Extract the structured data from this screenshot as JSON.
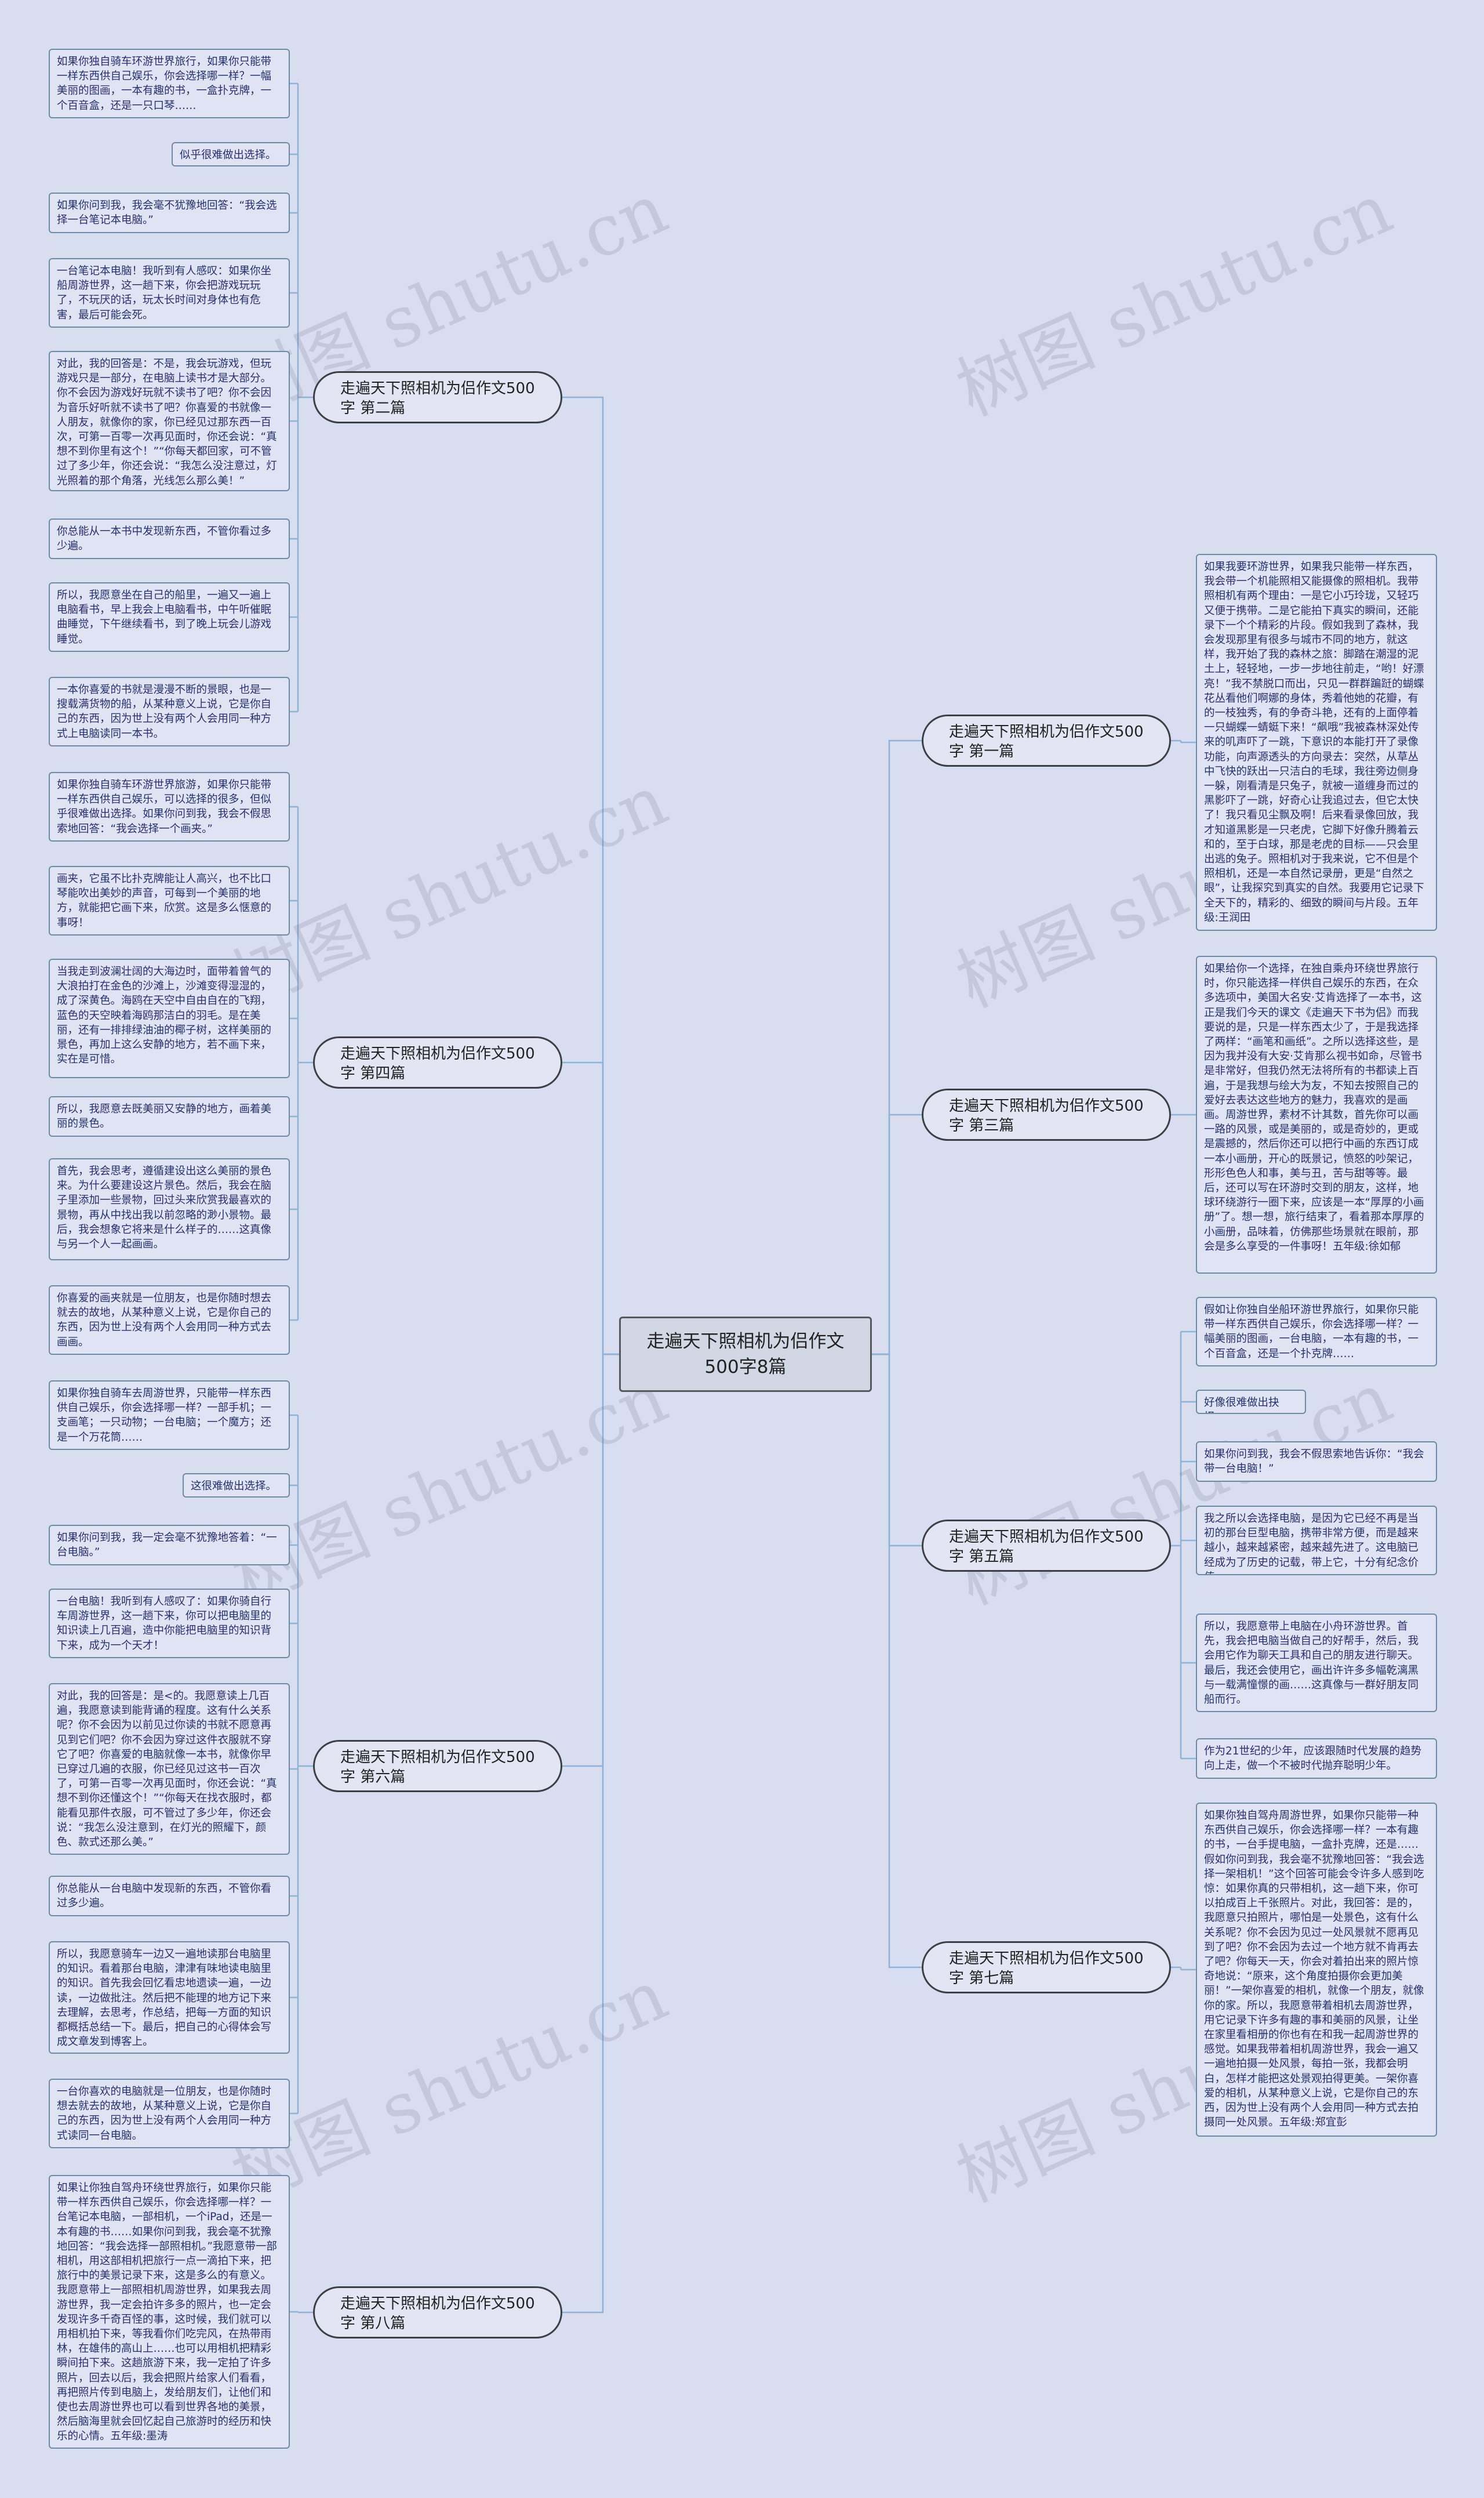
{
  "root": {
    "title": "走遍天下照相机为侣作文500字8篇"
  },
  "watermark": "树图 shutu.cn",
  "branches": [
    {
      "id": "b2",
      "side": "left",
      "title": "走遍天下照相机为侣作文500字 第二篇",
      "leaves": [
        "如果你独自骑车环游世界旅行，如果你只能带一样东西供自己娱乐，你会选择哪一样？一幅美丽的图画，一本有趣的书，一盒扑克牌，一个百音盒，还是一只口琴……",
        "似乎很难做出选择。",
        "如果你问到我，我会毫不犹豫地回答：“我会选择一台笔记本电脑。”",
        "一台笔记本电脑！我听到有人感叹：如果你坐船周游世界，这一趟下来，你会把游戏玩玩了，不玩厌的话，玩太长时间对身体也有危害，最后可能会死。",
        "对此，我的回答是：不是，我会玩游戏，但玩游戏只是一部分，在电脑上读书才是大部分。你不会因为游戏好玩就不读书了吧？你不会因为音乐好听就不读书了吧？你喜爱的书就像一人朋友，就像你的家，你已经见过那东西一百次，可第一百零一次再见面时，你还会说：“真想不到你里有这个！”“你每天都回家，可不管过了多少年，你还会说：“我怎么没注意过，灯光照着的那个角落，光线怎么那么美！”",
        "你总能从一本书中发现新东西，不管你看过多少遍。",
        "所以，我愿意坐在自己的船里，一遍又一遍上电脑看书，早上我会上电脑看书，中午听催眠曲睡觉，下午继续看书，到了晚上玩会儿游戏睡觉。",
        "一本你喜爱的书就是漫漫不断的景眼，也是一搜载满货物的船，从某种意义上说，它是你自己的东西，因为世上没有两个人会用同一种方式上电脑读同一本书。"
      ]
    },
    {
      "id": "b4",
      "side": "left",
      "title": "走遍天下照相机为侣作文500字 第四篇",
      "leaves": [
        "如果你独自骑车环游世界旅游，如果你只能带一样东西供自己娱乐，可以选择的很多，但似乎很难做出选择。如果你问到我，我会不假思索地回答：“我会选择一个画夹。”",
        "画夹，它虽不比扑克牌能让人高兴，也不比口琴能吹出美妙的声音，可每到一个美丽的地方，就能把它画下来，欣赏。这是多么惬意的事呀！",
        "当我走到波澜壮阔的大海边时，面带着曾气的大浪拍打在金色的沙滩上，沙滩变得湿湿的，成了深黄色。海鸥在天空中自由自在的飞翔，蓝色的天空映着海鸥那洁白的羽毛。是在美丽，还有一排排绿油油的椰子树，这样美丽的景色，再加上这么安静的地方，若不画下来，实在是可惜。",
        "所以，我愿意去既美丽又安静的地方，画着美丽的景色。",
        "首先，我会思考，遵循建设出这么美丽的景色来。为什么要建设这片景色。然后，我会在脑子里添加一些景物，回过头来欣赏我最喜欢的景物，再从中找出我以前忽略的渺小景物。最后，我会想象它将来是什么样子的……这真像与另一个人一起画画。",
        "你喜爱的画夹就是一位朋友，也是你随时想去就去的故地，从某种意义上说，它是你自己的东西，因为世上没有两个人会用同一种方式去画画。"
      ]
    },
    {
      "id": "b6",
      "side": "left",
      "title": "走遍天下照相机为侣作文500字 第六篇",
      "leaves": [
        "如果你独自骑车去周游世界，只能带一样东西供自己娱乐，你会选择哪一样？一部手机；一支画笔；一只动物；一台电脑；一个魔方；还是一个万花筒……",
        "这很难做出选择。",
        "如果你问到我，我一定会毫不犹豫地答着：“一台电脑。”",
        "一台电脑！我听到有人感叹了：如果你骑自行车周游世界，这一趟下来，你可以把电脑里的知识读上几百遍，造中你能把电脑里的知识背下来，成为一个天才！",
        "对此，我的回答是：是<的。我愿意读上几百遍，我愿意读到能背诵的程度。这有什么关系呢？你不会因为以前见过你读的书就不愿意再见到它们吧？你不会因为穿过这件衣服就不穿它了吧？你喜爱的电脑就像一本书，就像你早已穿过几遍的衣服，你已经见过这书一百次了，可第一百零一次再见面时，你还会说：“真想不到你还懂这个！”“你每天在找衣服时，都能看见那件衣服，可不管过了多少年，你还会说：“我怎么没注意到，在灯光的照耀下，颜色、款式还那么美。”",
        "你总能从一台电脑中发现新的东西，不管你看过多少遍。",
        "所以，我愿意骑车一边又一遍地读那台电脑里的知识。看着那台电脑，津津有味地读电脑里的知识。首先我会回忆看忠地遗读一遍，一边读，一边做批注。然后把不能理的地方记下来去理解，去思考，作总结，把每一方面的知识都概括总结一下。最后，把自己的心得体会写成文章发到博客上。",
        "一台你喜欢的电脑就是一位朋友，也是你随时想去就去的故地，从某种意义上说，它是你自己的东西，因为世上没有两个人会用同一种方式读同一台电脑。"
      ]
    },
    {
      "id": "b8",
      "side": "left",
      "title": "走遍天下照相机为侣作文500字 第八篇",
      "leaves": [
        "如果让你独自驾舟环绕世界旅行，如果你只能带一样东西供自己娱乐，你会选择哪一样？一台笔记本电脑，一部相机，一个iPad，还是一本有趣的书……如果你问到我，我会毫不犹豫地回答：“我会选择一部照相机。”我愿意带一部相机，用这部相机把旅行一点一滴拍下来，把旅行中的美景记录下来，这是多么的有意义。我愿意带上一部照相机周游世界，如果我去周游世界，我一定会拍许多多的照片，也一定会发现许多千奇百怪的事，这时候，我们就可以用相机拍下来，等我看你们吃完风，在热带雨林，在雄伟的高山上……也可以用相机把精彩瞬间拍下来。这趟旅游下来，我一定拍了许多照片，回去以后，我会把照片给家人们看看，再把照片传到电脑上，发给朋友们，让他们和使也去周游世界也可以看到世界各地的美景，然后脑海里就会回忆起自己旅游时的经历和快乐的心情。五年级:墨涛"
      ]
    },
    {
      "id": "b1",
      "side": "right",
      "title": "走遍天下照相机为侣作文500字 第一篇",
      "leaves": [
        "如果我要环游世界，如果我只能带一样东西，我会带一个机能照相又能摄像的照相机。我带照相机有两个理由：一是它小巧玲珑，又轻巧又便于携带。二是它能拍下真实的瞬间，还能录下一个个精彩的片段。假如我到了森林，我会发现那里有很多与城市不同的地方，就这样，我开始了我的森林之旅：脚踏在潮湿的泥土上，轻轻地，一步一步地往前走，“哟！好漂亮！”我不禁脱口而出，只见一群群蹁跹的蝴蝶花丛看他们啊娜的身体，秀着他她的花瓣，有的一枝独秀，有的争奇斗艳，还有的上面停着一只蝴蝶一蜻蜓下来！“飙哦”我被森林深处传来的叽声吓了一跳，下意识的本能打开了录像功能，向声源透头的方向录去：突然，从草丛中飞快的跃出一只洁白的毛球，我往旁边侧身一躲，刚看清是只兔子，就被一道缠身而过的黑影吓了一跳，好奇心让我追过去，但它太快了！我只看见尘飘及啊！后来看录像回放，我才知道黑影是一只老虎，它脚下好像升腾着云和的，至于白球，那是老虎的目标——只会里出逃的兔子。照相机对于我来说，它不但是个照相机，还是一本自然记录册，更是“自然之眼”，让我探究到真实的自然。我要用它记录下全天下的，精彩的、细致的瞬间与片段。五年级:王润田"
      ]
    },
    {
      "id": "b3",
      "side": "right",
      "title": "走遍天下照相机为侣作文500字 第三篇",
      "leaves": [
        "如果给你一个选择，在独自乘舟环绕世界旅行时，你只能选择一样供自己娱乐的东西，在众多选项中，美国大名安·艾肯选择了一本书，这正是我们今天的课文《走遍天下书为侣》而我要说的是，只是一样东西太少了，于是我选择了两样：“画笔和画纸”。之所以选择这些，是因为我并没有大安·艾肯那么视书如命，尽管书是非常好，但我仍然无法将所有的书都读上百遍，于是我想与绘大为友，不知去按照自己的爱好去表达这些地方的魅力，我喜欢的是画画。周游世界，素材不计其数，首先你可以画一路的风景，或是美丽的，或是奇妙的，更或是震撼的，然后你还可以把行中画的东西订成一本小画册，开心的既景记，愤怒的吵架记，形形色色人和事，美与丑，苦与甜等等。最后，还可以写在环游时交到的朋友，这样，地球环绕游行一圈下来，应该是一本“厚厚的小画册”了。想一想，旅行结束了，看着那本厚厚的小画册，品味着，仿佛那些场景就在眼前，那会是多么享受的一件事呀！五年级:徐如郁"
      ]
    },
    {
      "id": "b5",
      "side": "right",
      "title": "走遍天下照相机为侣作文500字 第五篇",
      "leaves": [
        "假如让你独自坐船环游世界旅行，如果你只能带一样东西供自己娱乐，你会选择哪一样？一幅美丽的图画，一台电脑，一本有趣的书，一个百音盒，还是一个扑克牌……",
        "好像很难做出抉择。",
        "如果你问到我，我会不假思索地告诉你：“我会带一台电脑！”",
        "我之所以会选择电脑，是因为它已经不再是当初的那台巨型电脑，携带非常方便，而是越来越小，越来越紧密，越来越先进了。这电脑已经成为了历史的记载，带上它，十分有纪念价值。",
        "所以，我愿意带上电脑在小舟环游世界。首先，我会把电脑当做自己的好帮手，然后，我会用它作为聊天工具和自己的朋友进行聊天。最后，我还会使用它，画出许许多多幅乾漓黑与一载满憧憬的画……这真像与一群好朋友同船而行。",
        "作为21世纪的少年，应该跟随时代发展的趋势向上走，做一个不被时代抛弃聪明少年。"
      ]
    },
    {
      "id": "b7",
      "side": "right",
      "title": "走遍天下照相机为侣作文500字 第七篇",
      "leaves": [
        "如果你独自驾舟周游世界，如果你只能带一种东西供自己娱乐，你会选择哪一样？一本有趣的书，一台手提电脑，一盒扑克牌，还是……假如你问到我，我会毫不犹豫地回答：“我会选择一架相机！”这个回答可能会令许多人感到吃惊：如果你真的只带相机，这一趟下来，你可以拍成百上千张照片。对此，我回答：是的，我愿意只拍照片，哪怕是一处景色，这有什么关系呢？你不会因为见过一处风景就不愿再见到了吧？你不会因为去过一个地方就不肯再去了吧？你每天一天，你会对着拍出来的照片惊奇地说：“原来，这个角度拍摄你会更加美丽！”一架你喜爱的相机，就像一个朋友，就像你的家。所以，我愿意带着相机去周游世界，用它记录下许多有趣的事和美丽的风景，让坐在家里看相册的你也有在和我一起周游世界的感觉。如果我带着相机周游世界，我会一遍又一遍地拍摄一处风景，每拍一张，我都会明白，怎样才能把这处景观拍得更美。一架你喜爱的相机，从某种意义上说，它是你自己的东西，因为世上没有两个人会用同一种方式去拍摄同一处风景。五年级:郑宜彭"
      ]
    }
  ]
}
